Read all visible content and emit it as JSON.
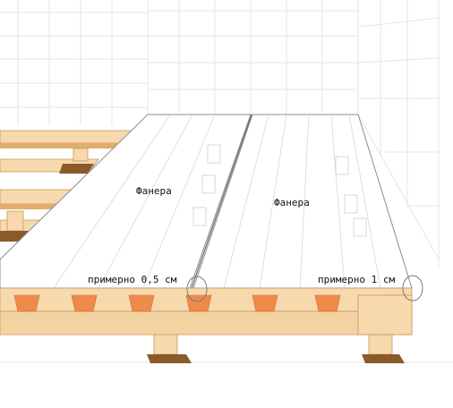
{
  "labels": {
    "plywood_left": "Фанера",
    "plywood_right": "Фанера",
    "gap_left": "примерно 0,5 см",
    "gap_right": "примерно 1 см"
  },
  "colors": {
    "background": "#ffffff",
    "grid_line": "#e6e6e6",
    "plywood": "#ffffff",
    "plywood_edge": "#8c8c8c",
    "wood_light": "#f6d9ad",
    "wood_mid": "#efc488",
    "wood_shade": "#dfae6e",
    "joist_end": "#f08a4b",
    "pad_dark": "#8a5a2b",
    "marker_circle": "#7a7a7a"
  }
}
